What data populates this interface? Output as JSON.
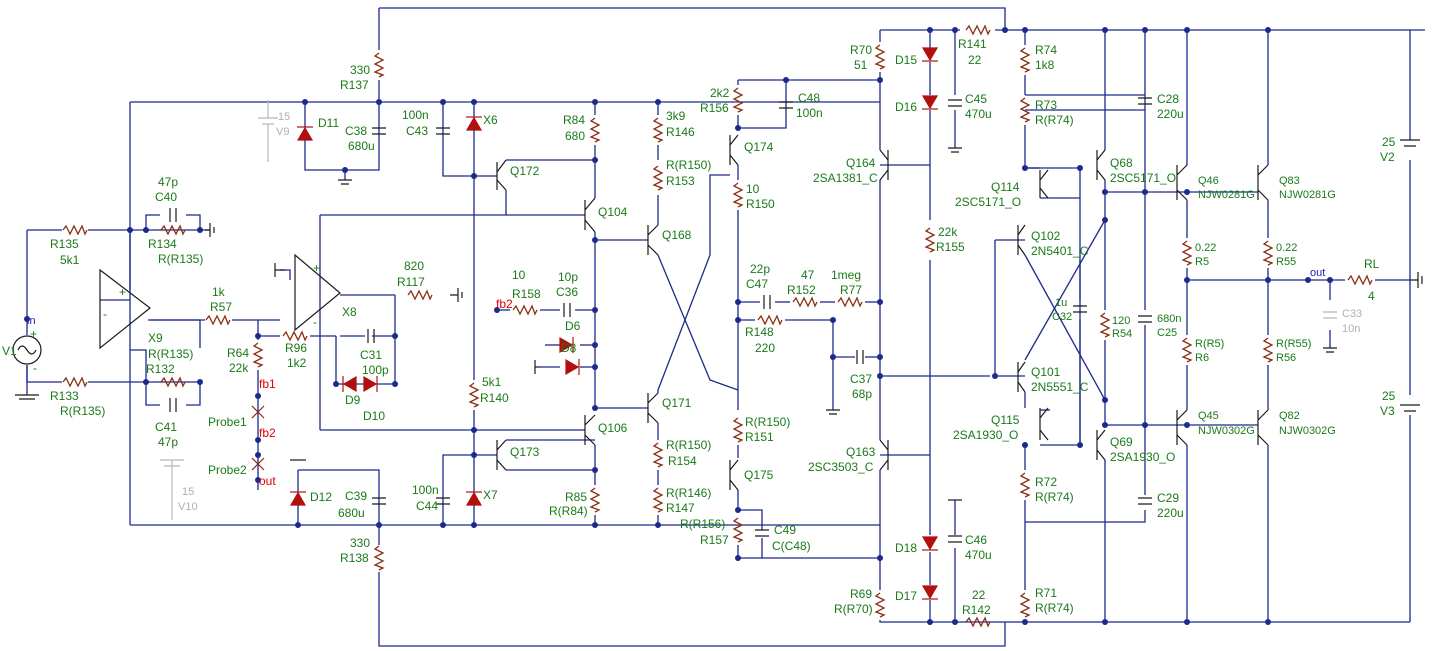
{
  "labels": {
    "v1": "V1",
    "in_pin": "in",
    "plus": "+",
    "minus": "-",
    "r135": "R135",
    "r135_val": "5k1",
    "c40_val": "47p",
    "c40": "C40",
    "r134": "R134",
    "r134_val": "R(R135)",
    "r133": "R133",
    "r133_val": "R(R135)",
    "r132": "R132",
    "r132_val": "R(R135)",
    "c41": "C41",
    "c41_val": "47p",
    "x9": "X9",
    "r57_val": "1k",
    "r57": "R57",
    "r64": "R64",
    "r64_val": "22k",
    "r96": "R96",
    "r96_val": "1k2",
    "fb1": "fb1",
    "fb2": "fb2",
    "out_red": "out",
    "probe1": "Probe1",
    "probe2": "Probe2",
    "v9_val": "15",
    "v9": "V9",
    "v10_val": "15",
    "v10": "V10",
    "r137_val": "330",
    "r137": "R137",
    "d11": "D11",
    "c38": "C38",
    "c38_val": "680u",
    "c43_val": "100n",
    "c43": "C43",
    "x6": "X6",
    "q172": "Q172",
    "r84": "R84",
    "r84_val": "680",
    "q104": "Q104",
    "x8": "X8",
    "r117_val": "820",
    "r117": "R117",
    "c31": "C31",
    "c31_val": "100p",
    "d9": "D9",
    "d10": "D10",
    "r158_val": "10",
    "r158": "R158",
    "fb2_b": "fb2",
    "c36_val": "10p",
    "c36": "C36",
    "d6": "D6",
    "d8": "D8",
    "r140_val": "5k1",
    "r140": "R140",
    "q173": "Q173",
    "c44_val": "100n",
    "c44": "C44",
    "x7": "X7",
    "q106": "Q106",
    "r85": "R85",
    "r85_val": "R(R84)",
    "d12": "D12",
    "c39": "C39",
    "c39_val": "680u",
    "r138_val": "330",
    "r138": "R138",
    "r146_val": "3k9",
    "r146": "R146",
    "r153_val": "R(R150)",
    "r153": "R153",
    "q168": "Q168",
    "q171": "Q171",
    "r154_val": "R(R150)",
    "r154": "R154",
    "r147_val": "R(R146)",
    "r147": "R147",
    "r156_val": "2k2",
    "r156": "R156",
    "c48": "C48",
    "c48_val": "100n",
    "q174": "Q174",
    "r150_val": "10",
    "r150": "R150",
    "c47_val": "22p",
    "c47": "C47",
    "r152_val": "47",
    "r152": "R152",
    "r77_val": "1meg",
    "r77": "R77",
    "r148": "R148",
    "r148_val": "220",
    "c37": "C37",
    "c37_val": "68p",
    "r151_val": "R(R150)",
    "r151": "R151",
    "q175": "Q175",
    "r157_val": "R(R156)",
    "r157": "R157",
    "c49": "C49",
    "c49_val": "C(C48)",
    "r70": "R70",
    "r70_val": "51",
    "d15": "D15",
    "d16": "D16",
    "r141": "R141",
    "r141_val": "22",
    "c45": "C45",
    "c45_val": "470u",
    "q164": "Q164",
    "q164_part": "2SA1381_C",
    "r155_val": "22k",
    "r155": "R155",
    "q163": "Q163",
    "q163_part": "2SC3503_C",
    "d18": "D18",
    "d17": "D17",
    "c46": "C46",
    "c46_val": "470u",
    "r69": "R69",
    "r69_val": "R(R70)",
    "r142_val": "22",
    "r142": "R142",
    "r74": "R74",
    "r74_val": "1k8",
    "r73": "R73",
    "r73_val": "R(R74)",
    "q114": "Q114",
    "q114_part": "2SC5171_O",
    "q102": "Q102",
    "q102_part": "2N5401_C",
    "c32_val": "1u",
    "c32": "C32",
    "r54_val": "120",
    "r54": "R54",
    "q101": "Q101",
    "q101_part": "2N5551_C",
    "q115": "Q115",
    "q115_part": "2SA1930_O",
    "r72": "R72",
    "r72_val": "R(R74)",
    "r71": "R71",
    "r71_val": "R(R74)",
    "c28": "C28",
    "c28_val": "220u",
    "q68": "Q68",
    "q68_part": "2SC5171_O",
    "c25_val": "680n",
    "c25": "C25",
    "q69": "Q69",
    "q69_part": "2SA1930_O",
    "c29": "C29",
    "c29_val": "220u",
    "q46": "Q46",
    "q46_part": "NJW0281G",
    "q83": "Q83",
    "q83_part": "NJW0281G",
    "r5_val": "0.22",
    "r5": "R5",
    "r55_val": "0.22",
    "r55": "R55",
    "r6_val": "R(R5)",
    "r6": "R6",
    "r56_val": "R(R55)",
    "r56": "R56",
    "q45": "Q45",
    "q45_part": "NJW0302G",
    "q82": "Q82",
    "q82_part": "NJW0302G",
    "out_net": "out",
    "rl": "RL",
    "rl_val": "4",
    "c33": "C33",
    "c33_val": "10n",
    "v2_val": "25",
    "v2": "V2",
    "v3_val": "25",
    "v3": "V3"
  },
  "colors": {
    "wire": "#1c2a8c",
    "label": "#1a7a1a",
    "resistor": "#8b2e12",
    "diode": "#b01010",
    "probe": "#e00000",
    "inactive": "#b0b0b0"
  }
}
